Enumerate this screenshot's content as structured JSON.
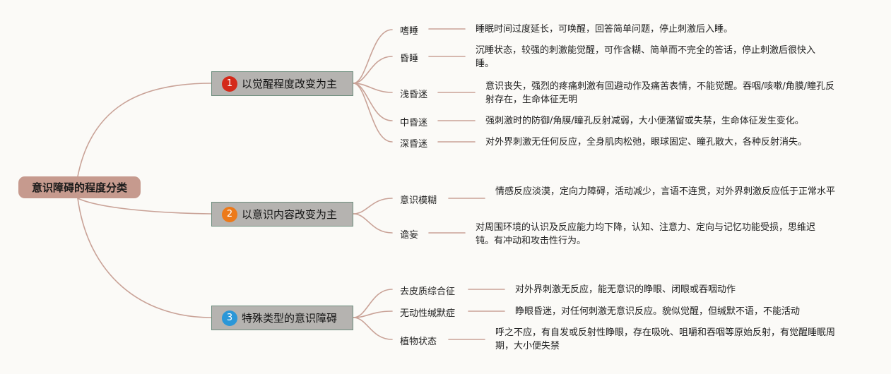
{
  "root": {
    "label": "意识障碍的程度分类"
  },
  "categories": [
    {
      "number": "1",
      "label": "以觉醒程度改变为主",
      "items": [
        {
          "term": "嗜睡",
          "desc": "睡眠时间过度延长，可唤醒，回答简单问题，停止刺激后入睡。"
        },
        {
          "term": "昏睡",
          "desc": "沉睡状态，较强的刺激能觉醒，可作含糊、简单而不完全的答话，停止刺激后很快入睡。"
        },
        {
          "term": "浅昏迷",
          "desc": "意识丧失，强烈的疼痛刺激有回避动作及痛苦表情，不能觉醒。吞咽/咳嗽/角膜/瞳孔反射存在，生命体征无明"
        },
        {
          "term": "中昏迷",
          "desc": "强刺激时的防御/角膜/瞳孔反射减弱，大小便潴留或失禁，生命体征发生变化。"
        },
        {
          "term": "深昏迷",
          "desc": "对外界刺激无任何反应，全身肌肉松弛，眼球固定、瞳孔散大，各种反射消失。"
        }
      ]
    },
    {
      "number": "2",
      "label": "以意识内容改变为主",
      "items": [
        {
          "term": "意识模糊",
          "desc": "情感反应淡漠，定向力障碍，活动减少，言语不连贯，对外界刺激反应低于正常水平"
        },
        {
          "term": "谵妄",
          "desc": "对周围环境的认识及反应能力均下降，认知、注意力、定向与记忆功能受损，思维迟钝。有冲动和攻击性行为。"
        }
      ]
    },
    {
      "number": "3",
      "label": "特殊类型的意识障碍",
      "items": [
        {
          "term": "去皮质综合征",
          "desc": "对外界刺激无反应，能无意识的睁眼、闭眼或吞咽动作"
        },
        {
          "term": "无动性缄默症",
          "desc": "睁眼昏迷，对任何刺激无意识反应。貌似觉醒，但缄默不语，不能活动"
        },
        {
          "term": "植物状态",
          "desc": "呼之不应，有自发或反射性睁眼，存在吸吮、咀嚼和吞咽等原始反射，有觉醒睡眠周期，大小便失禁"
        }
      ]
    }
  ],
  "colors": {
    "branch_line": "#c9a297",
    "root_fill": "#c69a8e",
    "category_fill": "#b5b3b0",
    "category_border": "#6f8f7f",
    "badge_1": "#d42a1a",
    "badge_2": "#ec7a1a",
    "badge_3": "#2a97d8"
  }
}
